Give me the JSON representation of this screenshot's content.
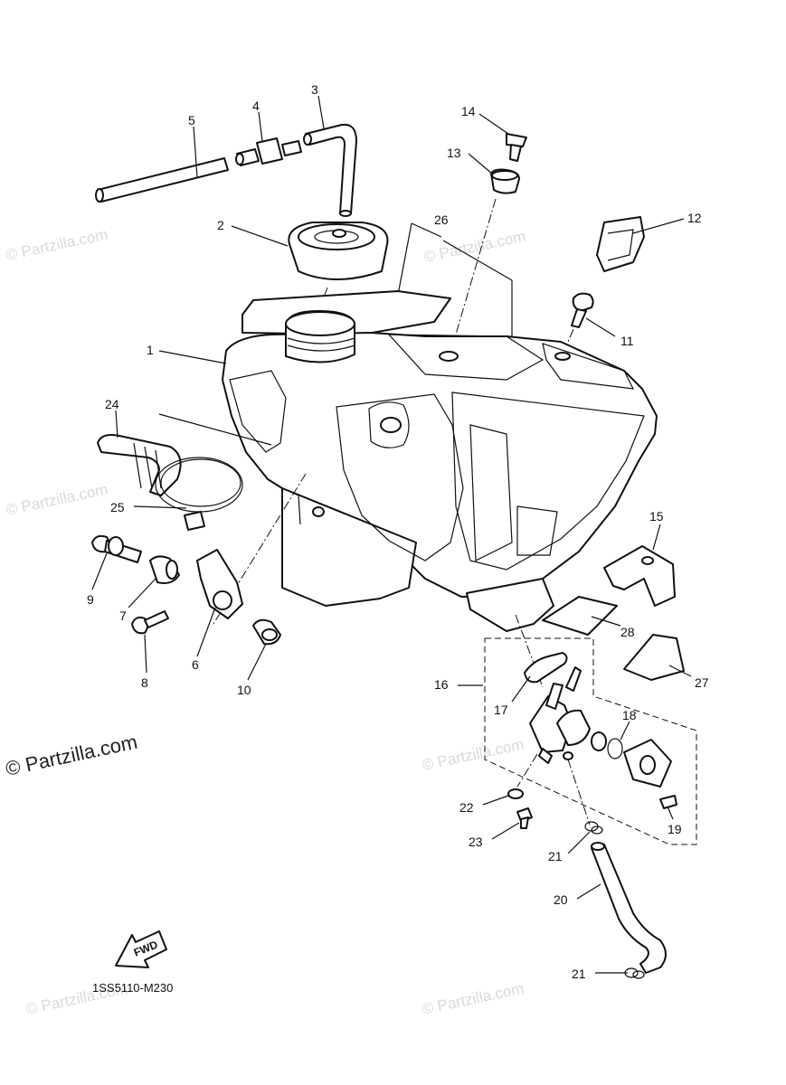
{
  "diagram": {
    "code": "1SS5110-M230",
    "fwd_label": "FWD",
    "watermark_text": "© Partzilla.com",
    "callouts": [
      {
        "n": "1"
      },
      {
        "n": "2"
      },
      {
        "n": "3"
      },
      {
        "n": "4"
      },
      {
        "n": "5"
      },
      {
        "n": "6"
      },
      {
        "n": "7"
      },
      {
        "n": "8"
      },
      {
        "n": "9"
      },
      {
        "n": "10"
      },
      {
        "n": "11"
      },
      {
        "n": "12"
      },
      {
        "n": "13"
      },
      {
        "n": "14"
      },
      {
        "n": "15"
      },
      {
        "n": "16"
      },
      {
        "n": "17"
      },
      {
        "n": "18"
      },
      {
        "n": "19"
      },
      {
        "n": "20"
      },
      {
        "n": "21"
      },
      {
        "n": "21"
      },
      {
        "n": "22"
      },
      {
        "n": "23"
      },
      {
        "n": "24"
      },
      {
        "n": "25"
      },
      {
        "n": "26"
      },
      {
        "n": "27"
      },
      {
        "n": "28"
      }
    ]
  }
}
